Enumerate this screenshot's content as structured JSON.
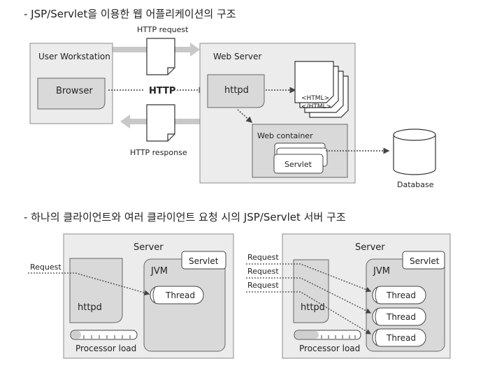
{
  "top": {
    "heading": "- JSP/Servlet을 이용한 웹 어플리케이션의 구조",
    "http_request": "HTTP request",
    "http_response": "HTTP response",
    "http": "HTTP",
    "user_workstation": "User Workstation",
    "browser": "Browser",
    "web_server": "Web Server",
    "httpd": "httpd",
    "html_open": "<HTML>",
    "html_close": "</HTML>",
    "web_container": "Web container",
    "servlet": "Servlet",
    "database": "Database"
  },
  "bottom": {
    "heading": "- 하나의 클라이언트와 여러 클라이언트 요청 시의 JSP/Servlet 서버 구조",
    "left": {
      "server": "Server",
      "servlet": "Servlet",
      "request": "Request",
      "jvm": "JVM",
      "thread": "Thread",
      "httpd": "httpd",
      "processor_load": "Processor load"
    },
    "right": {
      "server": "Server",
      "servlet": "Servlet",
      "requests": [
        "Request",
        "Request",
        "Request"
      ],
      "jvm": "JVM",
      "threads": [
        "Thread",
        "Thread",
        "Thread"
      ],
      "httpd": "httpd",
      "processor_load": "Processor load"
    }
  },
  "colors": {
    "outer_bg": "#ececec",
    "box_bg": "#d9d9d9",
    "border": "#8c8c8c",
    "arrow_gray": "#c8c8c8",
    "text": "#222222"
  }
}
